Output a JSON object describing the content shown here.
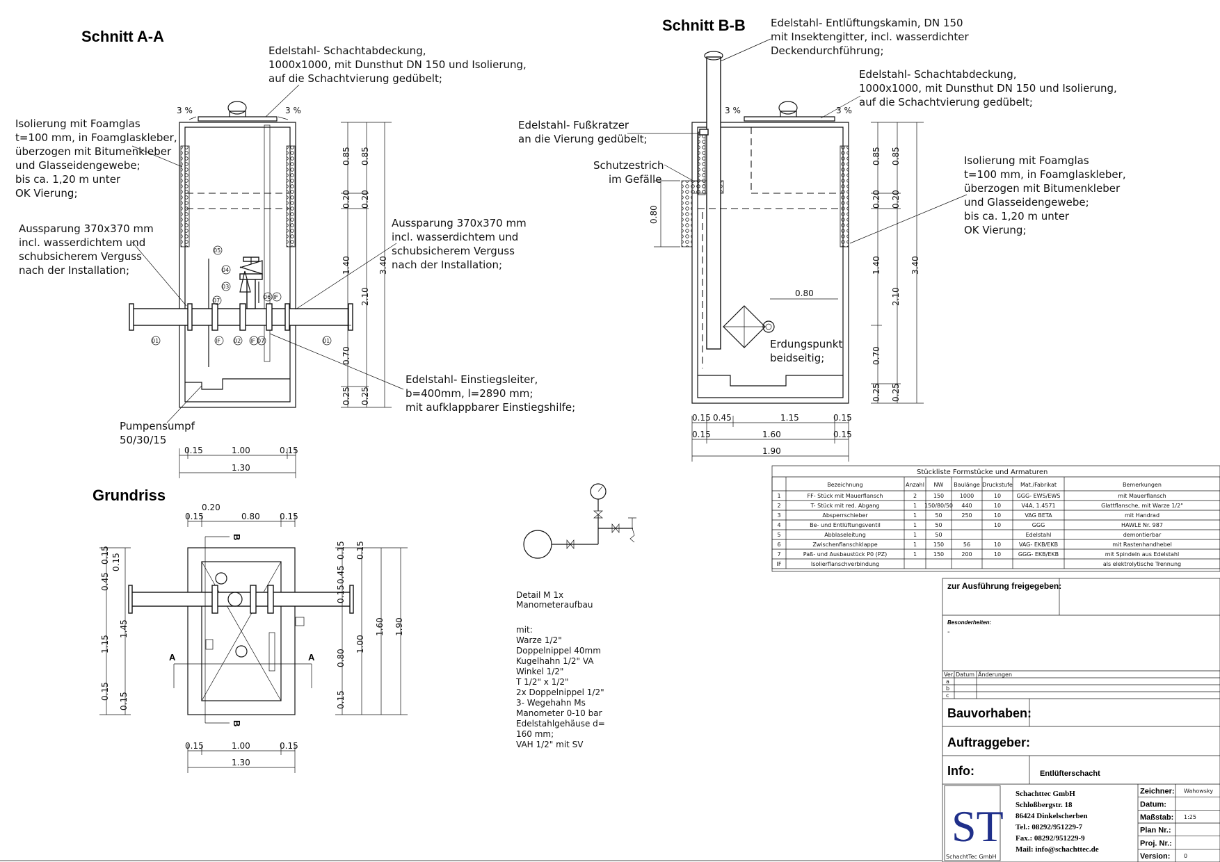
{
  "titles": {
    "schnitt_aa": "Schnitt A-A",
    "schnitt_bb": "Schnitt B-B",
    "grundriss": "Grundriss"
  },
  "aa": {
    "lid_note": [
      "Edelstahl- Schachtabdeckung,",
      "1000x1000, mit Dunsthut DN 150 und Isolierung,",
      "auf die Schachtvierung gedübelt;"
    ],
    "insulation_note": [
      "Isolierung mit Foamglas",
      "t=100 mm, in Foamglaskleber,",
      "überzogen mit Bitumenkleber",
      "und Glasseidengewebe;",
      "bis ca. 1,20 m unter",
      "OK Vierung;"
    ],
    "recess_left": [
      "Aussparung 370x370 mm",
      "incl. wasserdichtem und",
      "schubsicherem Verguss",
      "nach der Installation;"
    ],
    "recess_right": [
      "Aussparung 370x370 mm",
      "incl. wasserdichtem und",
      "schubsicherem Verguss",
      "nach der Installation;"
    ],
    "ladder_note": [
      "Edelstahl- Einstiegsleiter,",
      "b=400mm, l=2890 mm;",
      "mit aufklappbarer Einstiegshilfe;"
    ],
    "sump_note": [
      "Pumpensumpf",
      "50/30/15"
    ],
    "slope_left": "3 %",
    "slope_right": "3 %",
    "dims_v1": [
      "0.85",
      "0.20",
      "1.40",
      "0.70",
      "0.25"
    ],
    "dims_v2": [
      "0.85",
      "0.20",
      "2.10",
      "0.25"
    ],
    "dim_total": "3.40",
    "dims_h": [
      "0.15",
      "1.00",
      "0.15"
    ],
    "dim_h_total": "1.30",
    "marks": [
      "01",
      "01",
      "02",
      "03",
      "04",
      "05",
      "06",
      "07",
      "IF",
      "IF",
      "IF",
      "07"
    ]
  },
  "bb": {
    "vent_note": [
      "Edelstahl- Entlüftungskamin, DN 150",
      "mit Insektengitter, incl. wasserdichter",
      "Deckendurchführung;"
    ],
    "lid_note": [
      "Edelstahl- Schachtabdeckung,",
      "1000x1000, mit Dunsthut DN 150 und Isolierung,",
      "auf die Schachtvierung gedübelt;"
    ],
    "scraper_note": [
      "Edelstahl- Fußkratzer",
      "an die Vierung gedübelt;"
    ],
    "screed_note": [
      "Schutzestrich",
      "im Gefälle"
    ],
    "insulation_note": [
      "Isolierung mit Foamglas",
      "t=100 mm, in Foamglaskleber,",
      "überzogen mit Bitumenkleber",
      "und Glasseidengewebe;",
      "bis ca. 1,20 m unter",
      "OK Vierung;"
    ],
    "earth_note": [
      "Erdungspunkt",
      "beidseitig;"
    ],
    "dim_080_left": "0.80",
    "dim_080_inner": "0.80",
    "slope_left": "3 %",
    "slope_right": "3 %",
    "dims_v1": [
      "0.85",
      "0.20",
      "1.40",
      "0.70",
      "0.25"
    ],
    "dims_v2": [
      "0.85",
      "0.20",
      "2.10",
      "0.25"
    ],
    "dim_total": "3.40",
    "dims_h1": [
      "0.15",
      "0.45",
      "1.15",
      "0.15"
    ],
    "dims_h2": [
      "0.15",
      "1.60",
      "0.15"
    ],
    "dim_h_total": "1.90"
  },
  "gr": {
    "dim_020": "0.20",
    "dims_top": [
      "0.15",
      "0.80",
      "0.15"
    ],
    "dims_left1": [
      "0.15",
      "0.15",
      "0.45",
      "1.45",
      "0.15",
      "0.15"
    ],
    "dims_left2": [
      "1.15"
    ],
    "dims_right1": [
      "0.15",
      "0.45",
      "0.15",
      "0.80",
      "0.15"
    ],
    "dims_right2": [
      "1.00",
      "0.15"
    ],
    "dims_right3": [
      "1.60"
    ],
    "dims_right4": [
      "1.90"
    ],
    "dims_bottom": [
      "0.15",
      "1.00",
      "0.15"
    ],
    "dim_bottom_total": "1.30",
    "section_a": "A",
    "section_b": "B"
  },
  "detail": {
    "title": [
      "Detail  M    1x",
      "Manometeraufbau"
    ],
    "items": [
      "mit:",
      "Warze 1/2\"",
      "Doppelnippel 40mm",
      "Kugelhahn 1/2\" VA",
      "Winkel 1/2\"",
      "T 1/2\" x 1/2\"",
      "2x Doppelnippel 1/2\"",
      "3- Wegehahn Ms",
      "Manometer 0-10 bar",
      "Edelstahlgehäuse d=",
      "160 mm;",
      "VAH 1/2\" mit SV"
    ]
  },
  "parts_list": {
    "title": "Stückliste Formstücke und Armaturen",
    "headers": [
      "",
      "Bezeichnung",
      "Anzahl",
      "NW",
      "Baulänge",
      "Druckstufe",
      "Mat./Fabrikat",
      "Bemerkungen"
    ],
    "rows": [
      [
        "1",
        "FF- Stück mit Mauerflansch",
        "2",
        "150",
        "1000",
        "10",
        "GGG- EWS/EWS",
        "mit Mauerflansch"
      ],
      [
        "2",
        "T- Stück mit red. Abgang",
        "1",
        "150/80/50",
        "440",
        "10",
        "V4A, 1.4571",
        "Glattflansche, mit Warze 1/2\""
      ],
      [
        "3",
        "Absperrschieber",
        "1",
        "50",
        "250",
        "10",
        "VAG BETA",
        "mit Handrad"
      ],
      [
        "4",
        "Be- und Entlüftungsventil",
        "1",
        "50",
        "",
        "10",
        "GGG",
        "HAWLE Nr. 987"
      ],
      [
        "5",
        "Abblaseleitung",
        "1",
        "50",
        "",
        "",
        "Edelstahl",
        "demontierbar"
      ],
      [
        "6",
        "Zwischenflanschklappe",
        "1",
        "150",
        "56",
        "10",
        "VAG- EKB/EKB",
        "mit Rastenhandhebel"
      ],
      [
        "7",
        "Paß- und Ausbaustück P0 (PZ)",
        "1",
        "150",
        "200",
        "10",
        "GGG- EKB/EKB",
        "mit Spindeln aus Edelstahl"
      ],
      [
        "IF",
        "Isolierflanschverbindung",
        "",
        "",
        "",
        "",
        "",
        "als elektrolytische Trennung"
      ]
    ]
  },
  "title_block": {
    "release": "zur Ausführung freigegeben:",
    "special": "Besonderheiten:",
    "special_value": "-",
    "rev_headers": [
      "Ver.",
      "Datum",
      "Änderungen"
    ],
    "rev_rows": [
      "a",
      "b",
      "c"
    ],
    "project": "Bauvorhaben:",
    "client": "Auftraggeber:",
    "info": "Info:",
    "info_value": "Entlüfterschacht",
    "company": [
      "Schachttec GmbH",
      "Schloßbergstr. 18",
      "86424 Dinkelscherben",
      "Tel.: 08292/951229-7",
      "Fax.: 08292/951229-9",
      "Mail: info@schachttec.de"
    ],
    "logo_text": "ST",
    "logo_caption": "SchachtTec GmbH",
    "fields": [
      {
        "label": "Zeichner:",
        "value": "Wahowsky"
      },
      {
        "label": "Datum:",
        "value": ""
      },
      {
        "label": "Maßstab:",
        "value": "1:25"
      },
      {
        "label": "Plan Nr.:",
        "value": ""
      },
      {
        "label": "Proj. Nr.:",
        "value": ""
      },
      {
        "label": "Version:",
        "value": "0"
      }
    ]
  },
  "colors": {
    "logo": "#1f2f8a",
    "line": "#111111"
  }
}
